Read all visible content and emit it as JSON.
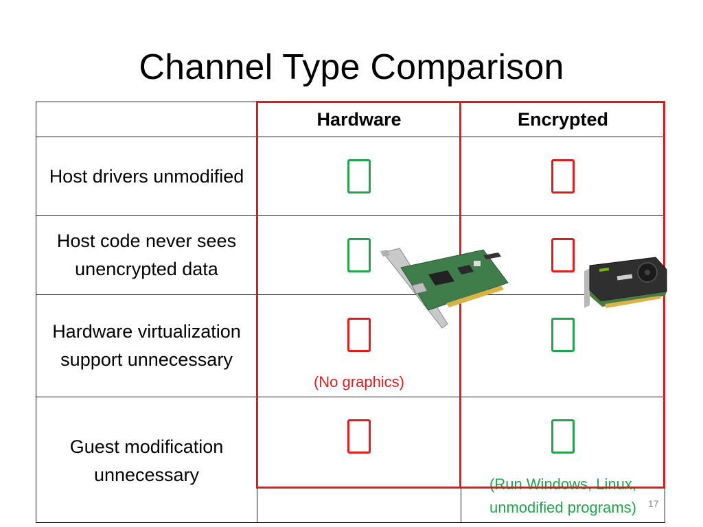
{
  "slide": {
    "title": "Channel Type Comparison",
    "page_number": "17"
  },
  "table": {
    "columns": [
      "",
      "Hardware",
      "Encrypted"
    ],
    "rows": [
      {
        "label": "Host drivers unmodified",
        "hardware": "check",
        "encrypted": "cross"
      },
      {
        "label": "Host code never sees unencrypted data",
        "hardware": "check",
        "encrypted": "cross"
      },
      {
        "label": "Hardware virtualization support unnecessary",
        "hardware": "cross",
        "encrypted": "check",
        "hardware_note": "(No graphics)"
      },
      {
        "label": "Guest modification unnecessary",
        "hardware": "cross",
        "encrypted": "check",
        "encrypted_note": "(Run Windows, Linux, unmodified programs)"
      }
    ]
  },
  "colors": {
    "check": "#1fa64a",
    "cross": "#e01b1b",
    "highlight_box": "#e01b1b"
  },
  "images": {
    "hardware_picture": "network-card-icon",
    "encrypted_picture": "gpu-card-icon"
  }
}
